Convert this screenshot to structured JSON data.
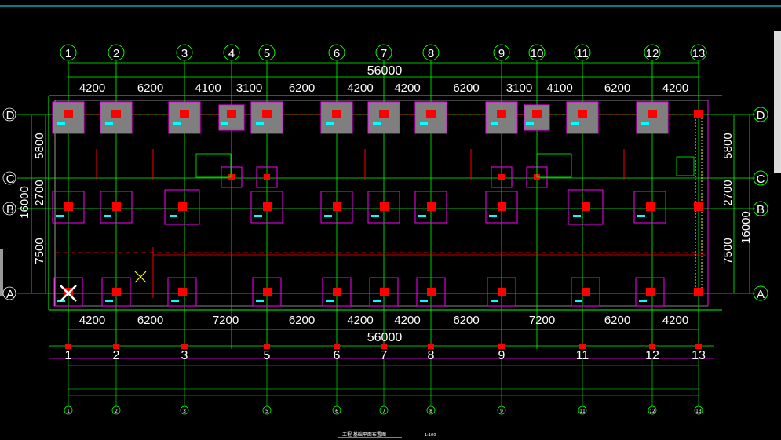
{
  "canvas": {
    "background": "#000000",
    "colors": {
      "axis_line": "#00ff00",
      "grid_circle": "#00ff00",
      "dim_text": "#ffffff",
      "footing_outline": "#ff00ff",
      "column": "#ff0000",
      "red_line": "#ff0000",
      "cyan_label": "#00ffff",
      "yellow": "#ffff00",
      "title_cyan": "#00ffff"
    }
  },
  "axes": {
    "top_labels": [
      "1",
      "2",
      "3",
      "4",
      "5",
      "6",
      "7",
      "8",
      "9",
      "10",
      "11",
      "12",
      "13"
    ],
    "bottom_labels": [
      "1",
      "2",
      "3",
      "5",
      "6",
      "7",
      "8",
      "9",
      "11",
      "12",
      "13"
    ],
    "bottom_small_labels": [
      "1",
      "2",
      "3",
      "5",
      "6",
      "7",
      "8",
      "9",
      "11",
      "12",
      "13"
    ],
    "rows": [
      "D",
      "C",
      "B",
      "A"
    ]
  },
  "dimensions": {
    "top_total": "56000",
    "top_segments": [
      "4200",
      "6200",
      "4100",
      "3100",
      "6200",
      "4200",
      "4200",
      "6200",
      "3100",
      "4100",
      "6200",
      "4200"
    ],
    "bottom_segments": [
      "4200",
      "6200",
      "7200",
      "6200",
      "4200",
      "4200",
      "6200",
      "7200",
      "6200",
      "4200"
    ],
    "bottom_total": "56000",
    "left_outer": "16000",
    "left_segments": [
      "5800",
      "2700",
      "7500"
    ],
    "right_outer": "16000",
    "right_segments": [
      "5800",
      "2700",
      "7500"
    ]
  },
  "title_block": {
    "drawing_title": "工程 基础平面布置图",
    "scale": "1:100"
  },
  "markers": {
    "selection_x": "selected-footing"
  }
}
